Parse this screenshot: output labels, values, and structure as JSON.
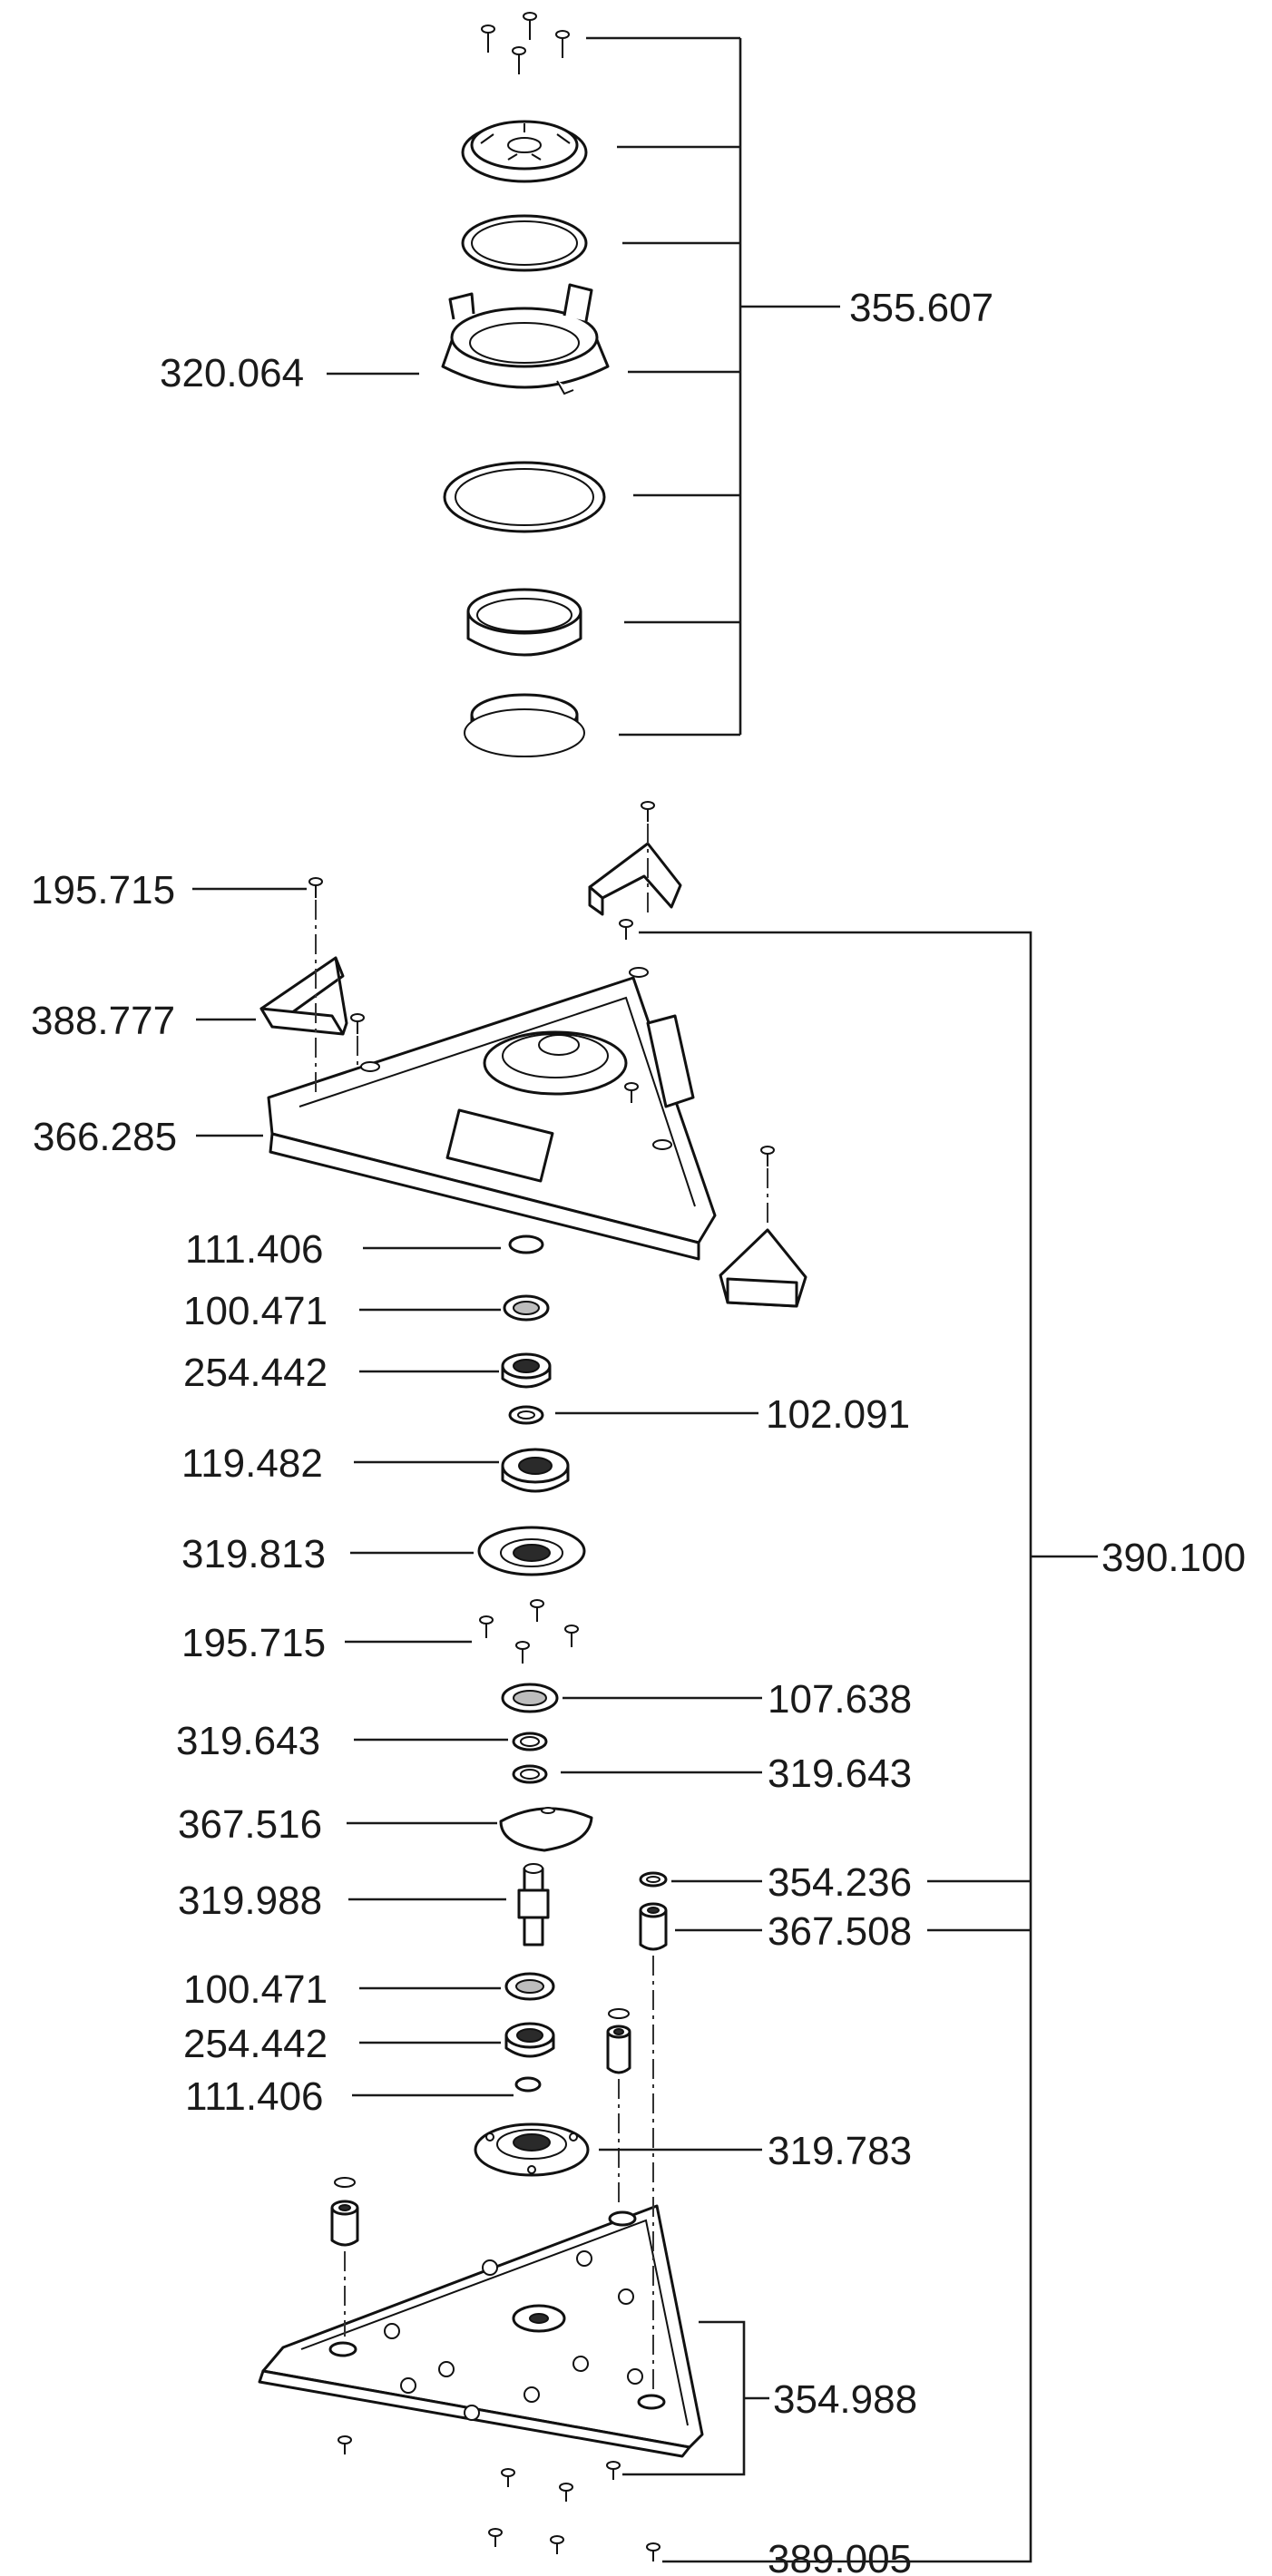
{
  "parts": {
    "p355_607": "355.607",
    "p320_064": "320.064",
    "p195_715_top": "195.715",
    "p388_777": "388.777",
    "p366_285": "366.285",
    "p111_406_top": "111.406",
    "p100_471_top": "100.471",
    "p254_442_top": "254.442",
    "p102_091": "102.091",
    "p119_482": "119.482",
    "p319_813": "319.813",
    "p390_100": "390.100",
    "p195_715_mid": "195.715",
    "p107_638": "107.638",
    "p319_643_left": "319.643",
    "p319_643_right": "319.643",
    "p367_516": "367.516",
    "p354_236": "354.236",
    "p319_988": "319.988",
    "p367_508": "367.508",
    "p100_471_bot": "100.471",
    "p254_442_bot": "254.442",
    "p111_406_bot": "111.406",
    "p319_783": "319.783",
    "p354_988": "354.988",
    "p389_005": "389.005"
  }
}
